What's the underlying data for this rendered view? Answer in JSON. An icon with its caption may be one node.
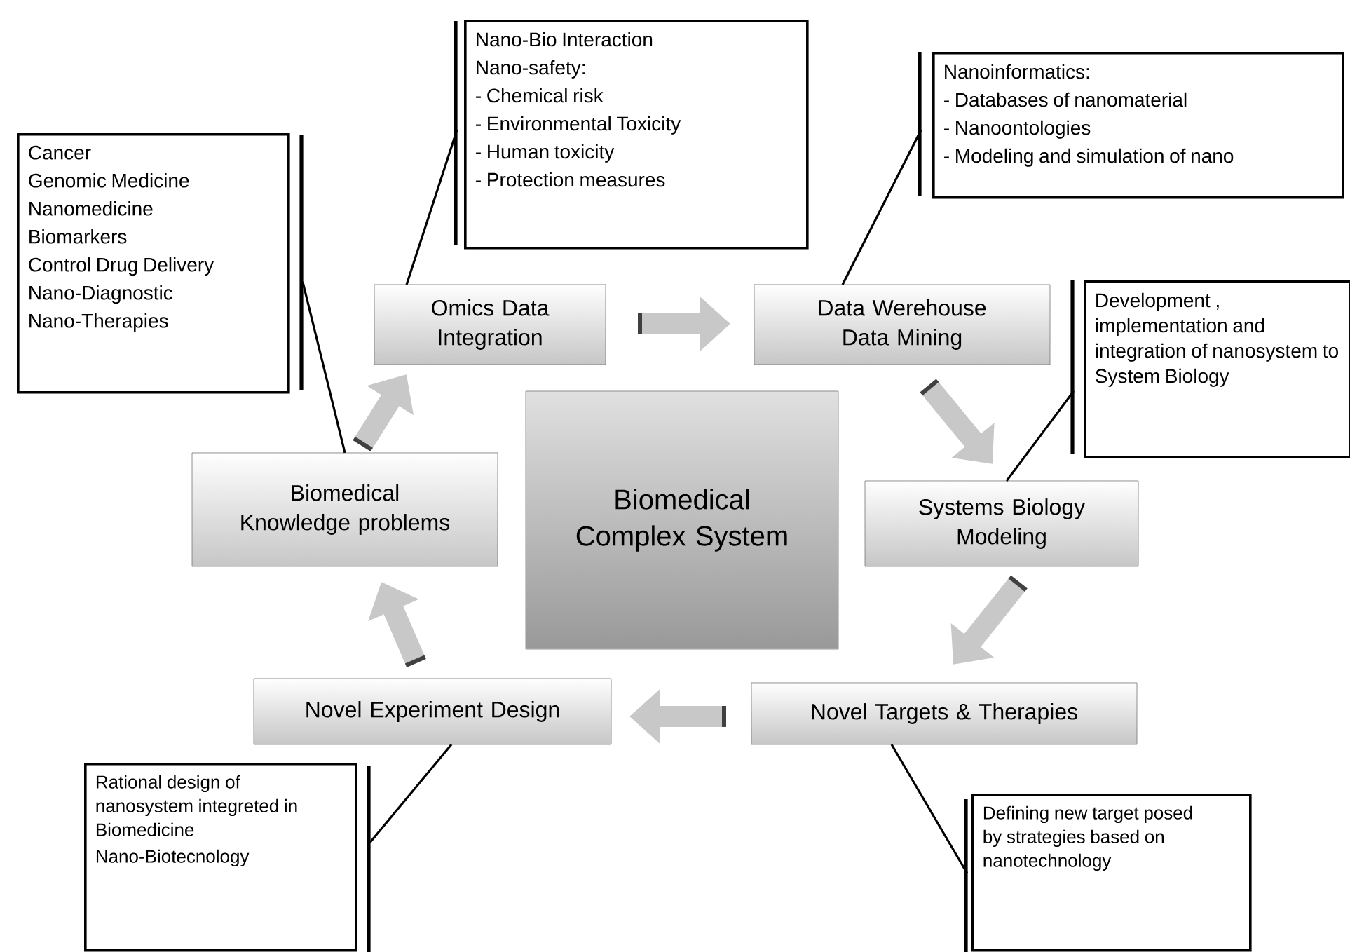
{
  "diagram": {
    "nodes": [
      {
        "text": [
          "Omics Data Integration"
        ]
      },
      {
        "text": [
          "Data Werehouse",
          "Data Mining"
        ]
      },
      {
        "text": [
          "Systems Biology Modeling"
        ]
      },
      {
        "text": [
          "Novel Targets & Therapies"
        ]
      },
      {
        "text": [
          "Novel Experiment Design"
        ]
      },
      {
        "text": [
          "Biomedical Knowledge problems"
        ]
      },
      {
        "text": [
          "Biomedical Complex System"
        ]
      },
      {
        "text": [
          "Cancer",
          "Genomic Medicine",
          "Nanomedicine",
          "Biomarkers",
          "Control Drug Delivery",
          "Nano-Diagnostic",
          "Nano-Therapies"
        ]
      },
      {
        "text": [
          "Nano-Bio Interaction",
          "Nano-safety:",
          "- Chemical risk",
          "- Environmental Toxicity",
          "- Human toxicity",
          "- Protection measures"
        ]
      },
      {
        "text": [
          "Nanoinformatics:",
          "- Databases of nanomaterial",
          "- Nanoontologies",
          "- Modeling and simulation of nano"
        ]
      },
      {
        "text": [
          "Development , implementation and integration of nanosystem to System Biology"
        ]
      },
      {
        "text": [
          "Rational design of nanosystem integreted in Biomedicine",
          "Nano-Biotecnology"
        ]
      },
      {
        "text": [
          "Defining new target posed by strategies based on nanotechnology"
        ]
      }
    ],
    "edges": [
      {
        "from": 5,
        "to": 0,
        "arrow": "to",
        "style": "thick",
        "color": "#c8c8c8"
      },
      {
        "from": 0,
        "to": 1,
        "arrow": "to",
        "style": "thick",
        "color": "#c8c8c8"
      },
      {
        "from": 1,
        "to": 2,
        "arrow": "to",
        "style": "thick",
        "color": "#c8c8c8"
      },
      {
        "from": 2,
        "to": 3,
        "arrow": "to",
        "style": "thick",
        "color": "#c8c8c8"
      },
      {
        "from": 3,
        "to": 4,
        "arrow": "to",
        "style": "thick",
        "color": "#c8c8c8"
      },
      {
        "from": 4,
        "to": 5,
        "arrow": "to",
        "style": "thick",
        "color": "#c8c8c8"
      },
      {
        "from": 7,
        "to": 5,
        "arrow": "none",
        "color": "#000000"
      },
      {
        "from": 8,
        "to": 0,
        "arrow": "none",
        "color": "#000000"
      },
      {
        "from": 9,
        "to": 1,
        "arrow": "none",
        "color": "#000000"
      },
      {
        "from": 10,
        "to": 2,
        "arrow": "none",
        "color": "#000000"
      },
      {
        "from": 11,
        "to": 4,
        "arrow": "none",
        "color": "#000000"
      },
      {
        "from": 12,
        "to": 3,
        "arrow": "none",
        "color": "#000000"
      }
    ]
  }
}
